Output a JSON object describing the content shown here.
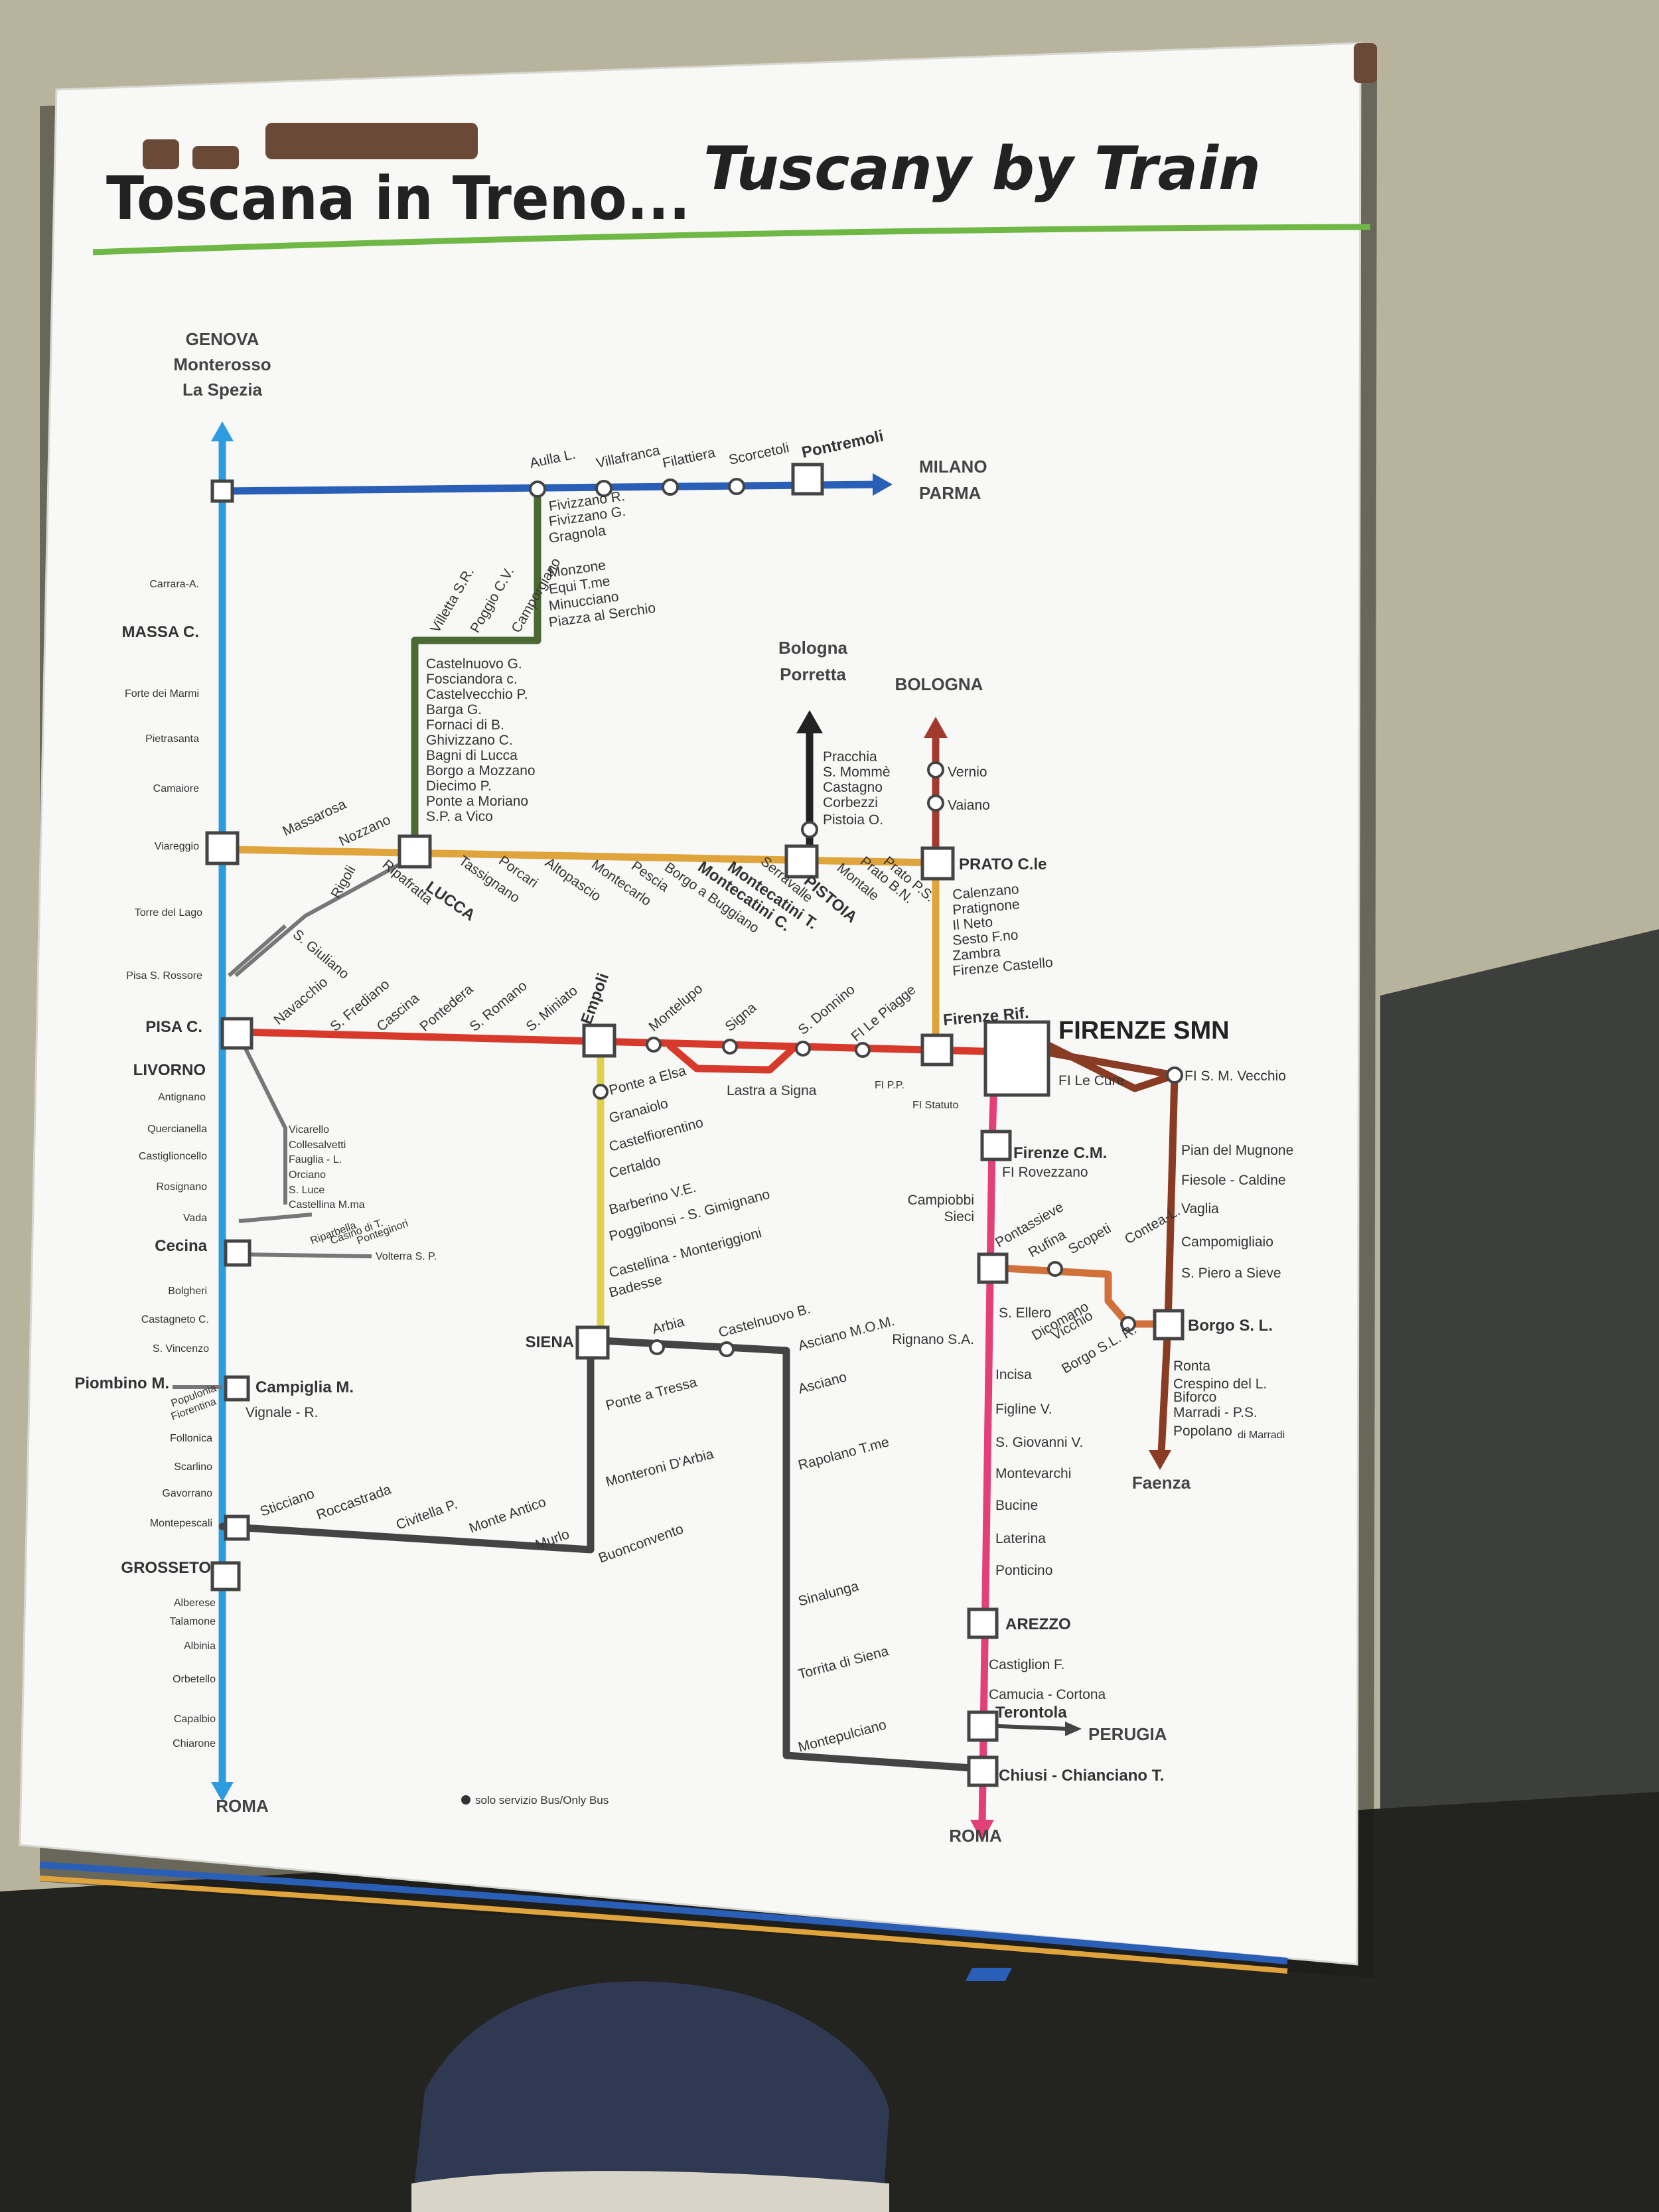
{
  "title": {
    "italian": "Toscana in Treno...",
    "english": "Tuscany by Train"
  },
  "colors": {
    "tirrenica": "#2d9be0",
    "pontremolese": "#2a5fb8",
    "garfagnana": "#4b6a33",
    "porrettana": "#222222",
    "direttissima": "#a23b2d",
    "lucca_line": "#e0a43c",
    "pisa_florence": "#d73a2a",
    "siena_empoli": "#ddd24a",
    "grosseto_siena": "#444444",
    "rome_line": "#e3407a",
    "faentina": "#8a3b23",
    "pontassieve_borgo": "#d2703a",
    "title_underline": "#6fb845"
  },
  "destinations": {
    "north_west": [
      "GENOVA",
      "Monterosso",
      "La Spezia"
    ],
    "north": [
      "MILANO",
      "PARMA"
    ],
    "porretta": [
      "Bologna",
      "Porretta"
    ],
    "bologna": "BOLOGNA",
    "roma_west": "ROMA",
    "roma_east": "ROMA",
    "perugia": "PERUGIA",
    "faenza": "Faenza"
  },
  "legend": "solo servizio Bus/Only Bus",
  "stations": {
    "tirrenica": [
      "Carrara-A.",
      "MASSA C.",
      "Forte dei Marmi",
      "Pietrasanta",
      "Camaiore",
      "Viareggio",
      "Torre del Lago",
      "Pisa S. Rossore",
      "PISA C.",
      "LIVORNO",
      "Antignano",
      "Quercianella",
      "Castiglioncello",
      "Rosignano",
      "Vada",
      "Cecina",
      "Bolgheri",
      "Castagneto C.",
      "S. Vincenzo",
      "Campiglia M.",
      "Follonica",
      "Scarlino",
      "Gavorrano",
      "Montepescali",
      "GROSSETO",
      "Alberese",
      "Talamone",
      "Albinia",
      "Orbetello",
      "Capalbio",
      "Chiarone"
    ],
    "pontremolese": [
      "Aulla L.",
      "Villafranca",
      "Filattiera",
      "Scorcetoli",
      "Pontremoli"
    ],
    "garfagnana_vertical": [
      "Fivizzano R.",
      "Fivizzano G.",
      "Gragnola",
      "Monzone",
      "Equi T.me",
      "Minucciano",
      "Piazza al Serchio"
    ],
    "garfagnana_diagonal": [
      "Villetta S.R.",
      "Poggio C.V.",
      "Camporgiano"
    ],
    "garfagnana_south": [
      "Castelnuovo G.",
      "Fosciandora c.",
      "Castelvecchio P.",
      "Barga G.",
      "Fornaci di B.",
      "Ghivizzano C.",
      "Bagni di Lucca",
      "Borgo a Mozzano",
      "Diecimo P.",
      "Ponte a Moriano",
      "S.P. a Vico"
    ],
    "porrettana": [
      "Pracchia",
      "S. Mommè",
      "Castagno",
      "Corbezzi",
      "Pistoia O."
    ],
    "direttissima": [
      "Vernio",
      "Vaiano"
    ],
    "lucca_line": [
      "Massarosa",
      "Nozzano",
      "LUCCA",
      "Tassignano",
      "Porcari",
      "Altopascio",
      "Montecarlo",
      "Pescia",
      "Borgo a Buggiano",
      "Montecatini C.",
      "Montecatini T.",
      "Serravalle",
      "PISTOIA",
      "Montale",
      "Prato B.N.",
      "Prato P.S.",
      "PRATO C.le"
    ],
    "prato_florence": [
      "Calenzano",
      "Pratignone",
      "Il Neto",
      "Sesto F.no",
      "Zambra",
      "Firenze Castello",
      "Firenze Rif."
    ],
    "lucca_pisa": [
      "Ripafratta",
      "Rigoli",
      "S. Giuliano"
    ],
    "pisa_florence": [
      "Navacchio",
      "S. Frediano",
      "Cascina",
      "Pontedera",
      "S. Romano",
      "S. Miniato",
      "Empoli",
      "Montelupo",
      "Signa",
      "Lastra a Signa",
      "S. Donnino",
      "FI Le Piagge",
      "FI P.P.",
      "FI Statuto",
      "FIRENZE SMN"
    ],
    "volterra_line": [
      "Vicarello",
      "Collesalvetti",
      "Fauglia - L.",
      "Orciano",
      "S. Luce",
      "Castellina M.ma",
      "Riparbella",
      "Casino di T.",
      "Ponteginori",
      "Volterra S. P."
    ],
    "siena_empoli": [
      "Ponte a Elsa",
      "Granaiolo",
      "Castelfiorentino",
      "Certaldo",
      "Barberino V.E.",
      "Poggibonsi - S. Gimignano",
      "Castellina - Monteriggioni",
      "Badesse",
      "SIENA"
    ],
    "piombino": [
      "Piombino M.",
      "Populonia",
      "Fiorentina"
    ],
    "massa_marittima": [
      "Vignale - R."
    ],
    "grosseto_siena": [
      "Sticciano",
      "Roccastrada",
      "Civitella P.",
      "Monte Antico",
      "Murlo",
      "Buonconvento",
      "Monteroni D'Arbia",
      "Ponte a Tressa"
    ],
    "siena_chiusi": [
      "Arbia",
      "Castelnuovo B.",
      "Asciano M.O.M.",
      "Asciano",
      "Rapolano T.me",
      "Sinalunga",
      "Torrita di Siena",
      "Montepulciano"
    ],
    "rome_line": [
      "Firenze C.M.",
      "FI Rovezzano",
      "Campiobbi",
      "Sieci",
      "Pontassieve",
      "S. Ellero",
      "Rignano S.A.",
      "Incisa",
      "Figline V.",
      "S. Giovanni V.",
      "Montevarchi",
      "Bucine",
      "Laterina",
      "Ponticino",
      "AREZZO",
      "Castiglion F.",
      "Camucia - Cortona",
      "Terontola",
      "Chiusi - Chianciano T."
    ],
    "pontassieve_borgo": [
      "Rufina",
      "Scopeti",
      "Contea-L.",
      "Dicomano",
      "Vicchio",
      "Borgo S.L. R."
    ],
    "faentina": [
      "FI Le Cure",
      "FI S. M. Vecchio",
      "Pian del Mugnone",
      "Fiesole - Caldine",
      "Vaglia",
      "Campomigliaio",
      "S. Piero a Sieve",
      "Borgo S. L.",
      "Ronta",
      "Crespino del L.",
      "Biforco",
      "Marradi - P.S.",
      "Popolano",
      "di Marradi"
    ]
  }
}
